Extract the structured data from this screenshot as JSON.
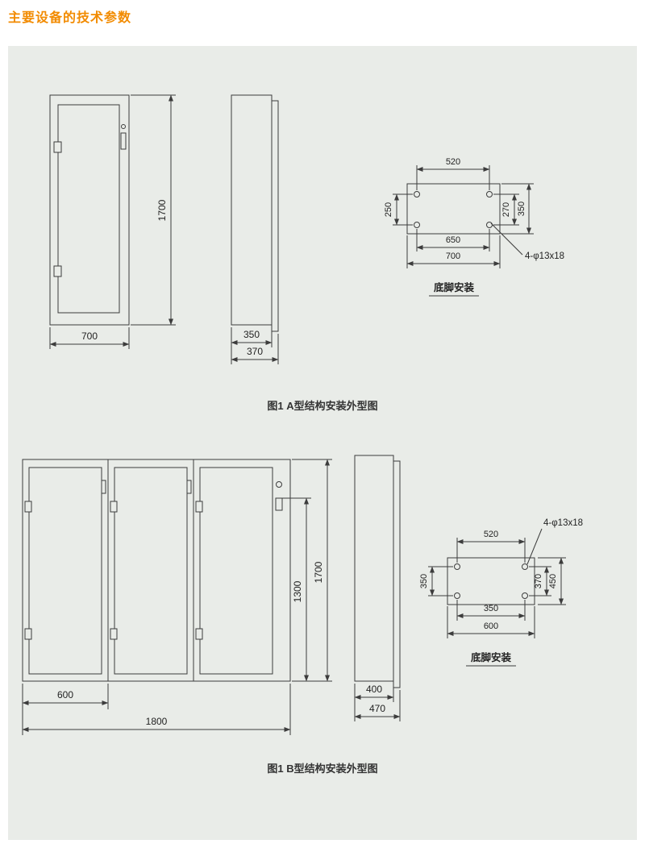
{
  "page": {
    "title": "主要设备的技术参数"
  },
  "colors": {
    "accent": "#f28b00",
    "panel_bg": "#e9ece8",
    "line": "#3c3c3c",
    "ink": "#222222"
  },
  "fig_a": {
    "caption": "图1 A型结构安装外型图",
    "front_height": "1700",
    "front_width": "700",
    "side_d1": "350",
    "side_d2": "370",
    "mount_top": "520",
    "mount_left": "250",
    "mount_r1": "270",
    "mount_r2": "350",
    "mount_b1": "650",
    "mount_b2": "700",
    "mount_holes": "4-φ13x18",
    "mount_label": "底脚安装"
  },
  "fig_b": {
    "caption": "图1 B型结构安装外型图",
    "front_height": "1700",
    "front_height2": "1300",
    "front_door": "600",
    "front_width": "1800",
    "side_d1": "400",
    "side_d2": "470",
    "mount_top": "520",
    "mount_left": "350",
    "mount_r1": "370",
    "mount_r2": "450",
    "mount_b1": "350",
    "mount_b2": "600",
    "mount_holes": "4-φ13x18",
    "mount_label": "底脚安装"
  }
}
